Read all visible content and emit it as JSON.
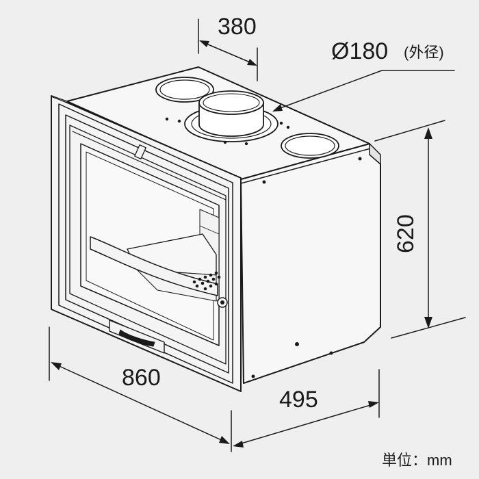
{
  "dimensions": {
    "flue_spacing": "380",
    "flue_diameter": "Ø180",
    "flue_diameter_note": "(外径)",
    "width": "860",
    "depth": "495",
    "height": "620"
  },
  "unit_label": "単位：mm",
  "colors": {
    "background": "#efefef",
    "line": "#1a1a1a",
    "panel": "#f7f7f7"
  }
}
